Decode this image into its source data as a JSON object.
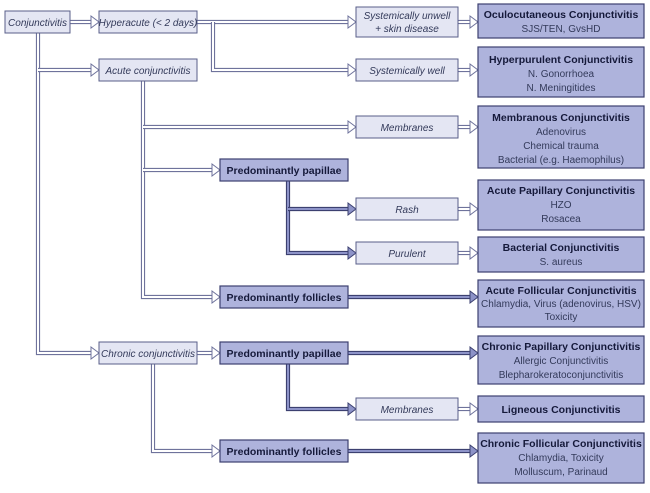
{
  "nodes": {
    "conjunctivitis": "Conjunctivitis",
    "hyperacute": "Hyperacute (< 2 days)",
    "acute": "Acute conjunctivitis",
    "chronic": "Chronic conjunctivitis",
    "systemically_unwell": [
      "Systemically unwell",
      "+ skin disease"
    ],
    "systemically_well": "Systemically well",
    "membranes_acute": "Membranes",
    "pred_papillae_acute": "Predominantly papillae",
    "rash": "Rash",
    "purulent": "Purulent",
    "pred_follicles_acute": "Predominantly follicles",
    "pred_papillae_chronic": "Predominantly papillae",
    "membranes_chronic": "Membranes",
    "pred_follicles_chronic": "Predominantly follicles"
  },
  "outcomes": {
    "oculocutaneous": {
      "title": "Oculocutaneous Conjunctivitis",
      "lines": [
        "SJS/TEN, GvsHD"
      ]
    },
    "hyperpurulent": {
      "title": "Hyperpurulent Conjunctivitis",
      "lines": [
        "N. Gonorrhoea",
        "N. Meningitides"
      ]
    },
    "membranous": {
      "title": "Membranous Conjunctivitis",
      "lines": [
        "Adenovirus",
        "Chemical trauma",
        "Bacterial (e.g. Haemophilus)"
      ]
    },
    "acute_papillary": {
      "title": "Acute Papillary Conjunctivitis",
      "lines": [
        "HZO",
        "Rosacea"
      ]
    },
    "bacterial": {
      "title": "Bacterial Conjunctivitis",
      "lines": [
        "S.  aureus"
      ]
    },
    "acute_follicular": {
      "title": "Acute Follicular Conjunctivitis",
      "lines": [
        "Chlamydia, Virus (adenovirus, HSV)",
        "Toxicity"
      ]
    },
    "chronic_papillary": {
      "title": "Chronic Papillary Conjunctivitis",
      "lines": [
        "Allergic Conjunctivitis",
        "Blepharokeratoconjunctivitis"
      ]
    },
    "ligneous": {
      "title": "Ligneous Conjunctivitis",
      "lines": []
    },
    "chronic_follicular": {
      "title": "Chronic Follicular Conjunctivitis",
      "lines": [
        "Chlamydia, Toxicity",
        "Molluscum, Parinaud"
      ]
    }
  }
}
